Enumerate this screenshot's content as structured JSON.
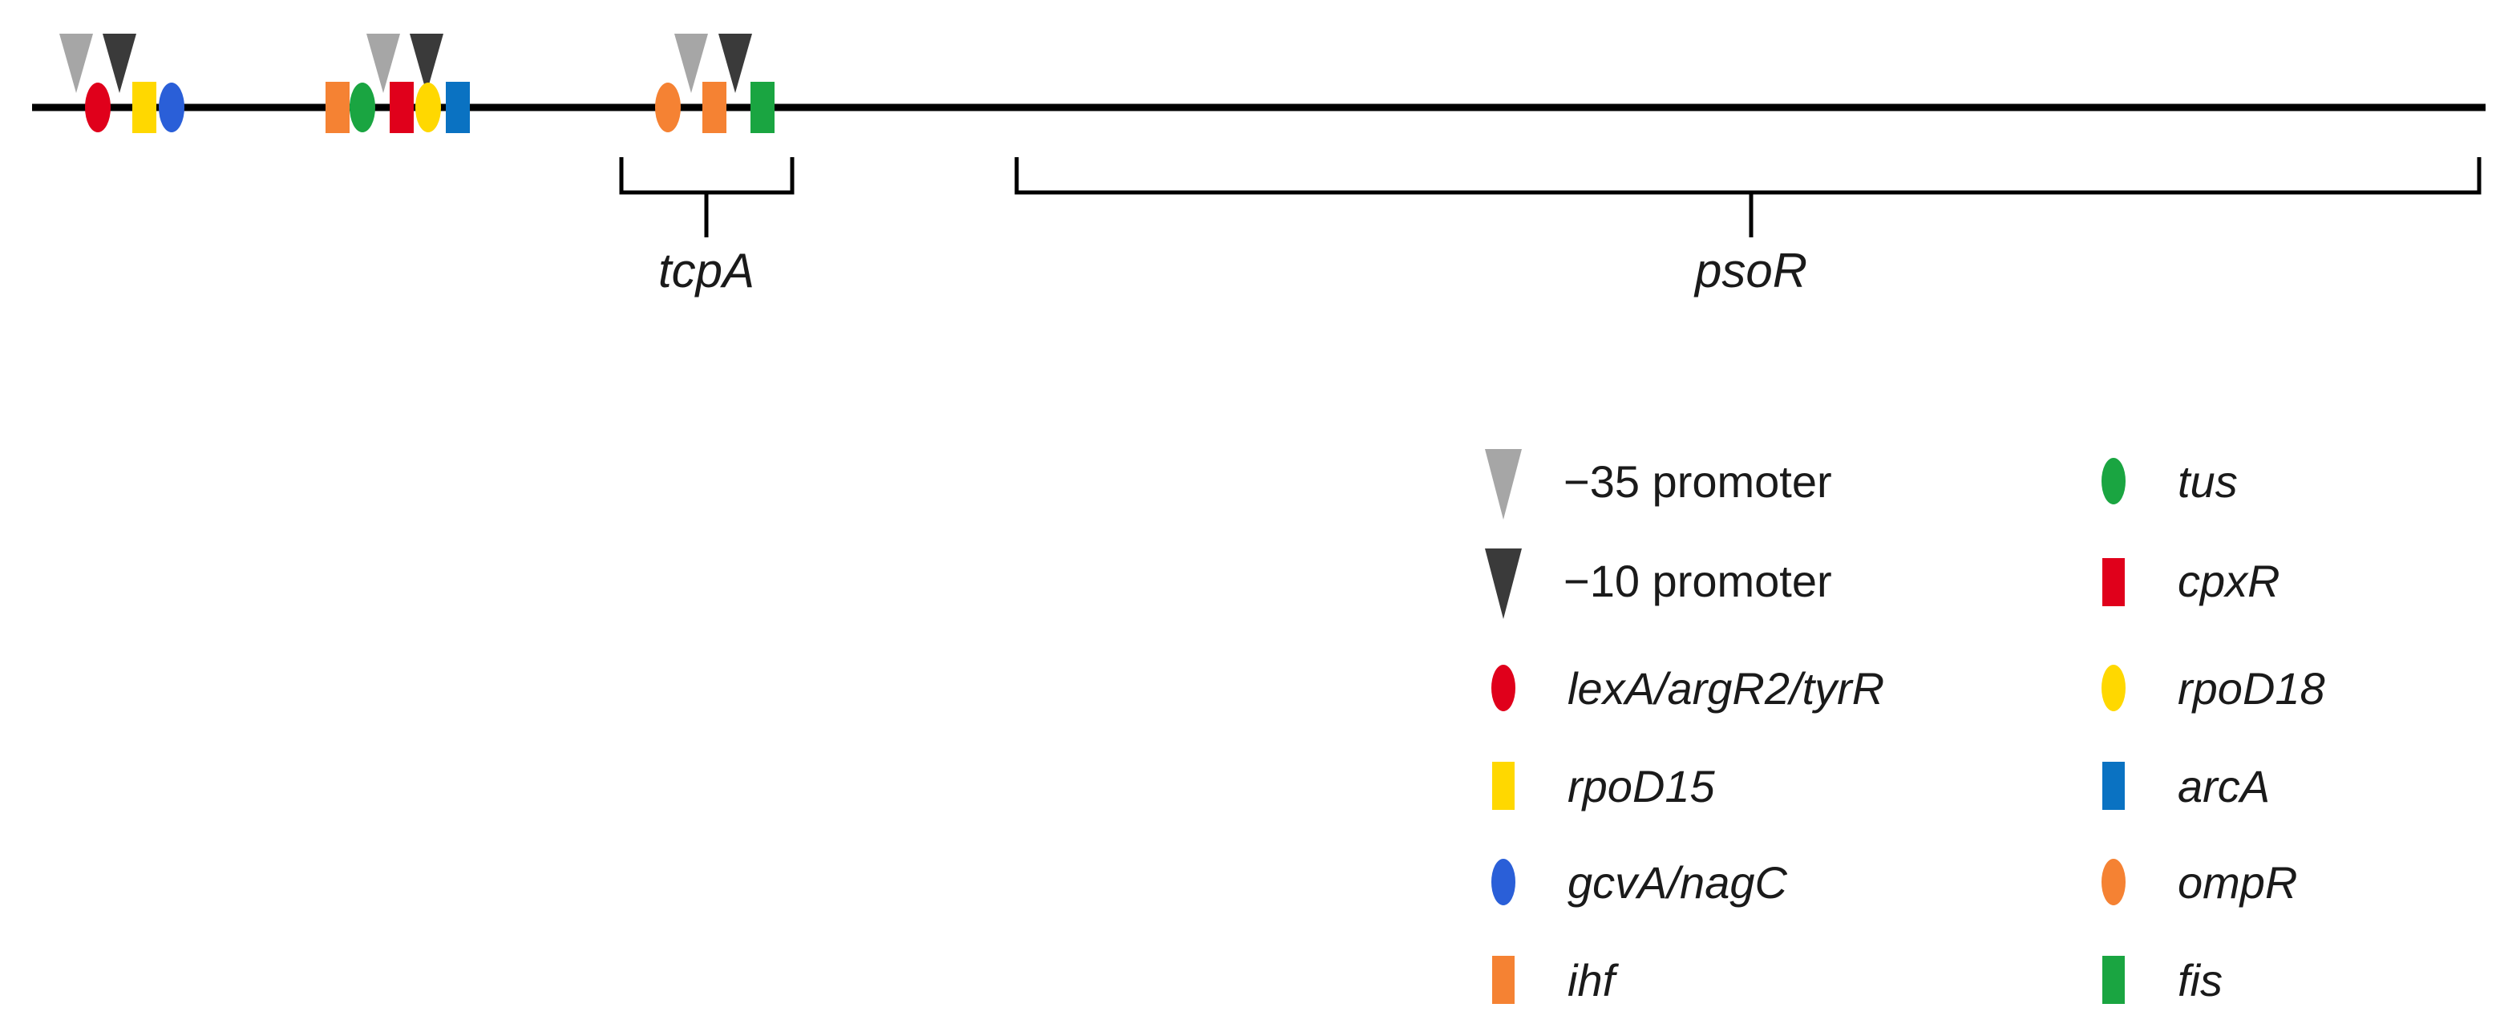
{
  "colors": {
    "backbone": "#000000",
    "promoter_35": "#a6a6a6",
    "promoter_10": "#3a3a3a",
    "red": "#e0001b",
    "yellow": "#ffd800",
    "blue": "#2a5fd8",
    "orange": "#f58233",
    "green": "#1aa541",
    "arc_blue": "#0a72c2"
  },
  "regions": [
    {
      "id": "tcpA",
      "label": "tcpA"
    },
    {
      "id": "psoR",
      "label": "psoR"
    }
  ],
  "legend": {
    "left": [
      {
        "shape": "triangle",
        "color": "promoter_35",
        "label": "−35 promoter",
        "italic": false
      },
      {
        "shape": "triangle",
        "color": "promoter_10",
        "label": "−10 promoter",
        "italic": false
      },
      {
        "shape": "ellipse",
        "color": "red",
        "label": "lexA/argR2/tyrR",
        "italic": true
      },
      {
        "shape": "rect",
        "color": "yellow",
        "label": "rpoD15",
        "italic": true
      },
      {
        "shape": "ellipse",
        "color": "blue",
        "label": "gcvA/nagC",
        "italic": true
      },
      {
        "shape": "rect",
        "color": "orange",
        "label": "ihf",
        "italic": true
      }
    ],
    "right": [
      {
        "shape": "ellipse",
        "color": "green",
        "label": "tus",
        "italic": true
      },
      {
        "shape": "rect",
        "color": "red",
        "label": "cpxR",
        "italic": true
      },
      {
        "shape": "ellipse",
        "color": "yellow",
        "label": "rpoD18",
        "italic": true
      },
      {
        "shape": "rect",
        "color": "arc_blue",
        "label": "arcA",
        "italic": true
      },
      {
        "shape": "ellipse",
        "color": "orange",
        "label": "ompR",
        "italic": true
      },
      {
        "shape": "rect",
        "color": "green",
        "label": "fis",
        "italic": true
      }
    ]
  }
}
